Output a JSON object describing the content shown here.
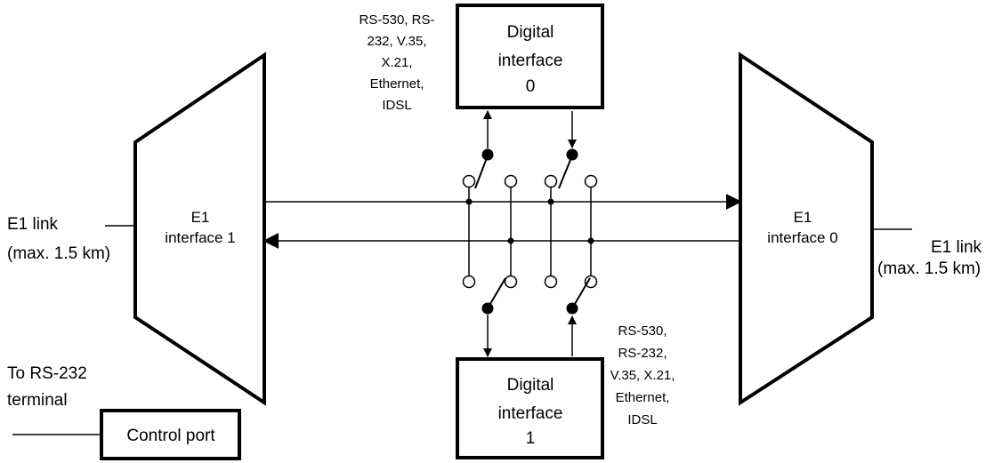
{
  "e1_interface_1": {
    "line1": "E1",
    "line2": "interface 1"
  },
  "e1_interface_0": {
    "line1": "E1",
    "line2": "interface 0"
  },
  "e1_link_left": {
    "line1": "E1 link",
    "line2": "(max. 1.5 km)"
  },
  "e1_link_right": {
    "line1": "E1 link",
    "line2": "(max. 1.5 km)"
  },
  "digital_interface_0": {
    "line1": "Digital",
    "line2": "interface",
    "line3": "0"
  },
  "digital_interface_1": {
    "line1": "Digital",
    "line2": "interface",
    "line3": "1"
  },
  "interfaces_top_note": [
    "RS-530, RS-",
    "232, V.35,",
    "X.21,",
    "Ethernet,",
    "IDSL"
  ],
  "interfaces_bottom_note": [
    "RS-530,",
    "RS-232,",
    "V.35, X.21,",
    "Ethernet,",
    "IDSL"
  ],
  "terminal_note": {
    "line1": "To RS-232",
    "line2": "terminal"
  },
  "control_port": {
    "label": "Control port"
  }
}
